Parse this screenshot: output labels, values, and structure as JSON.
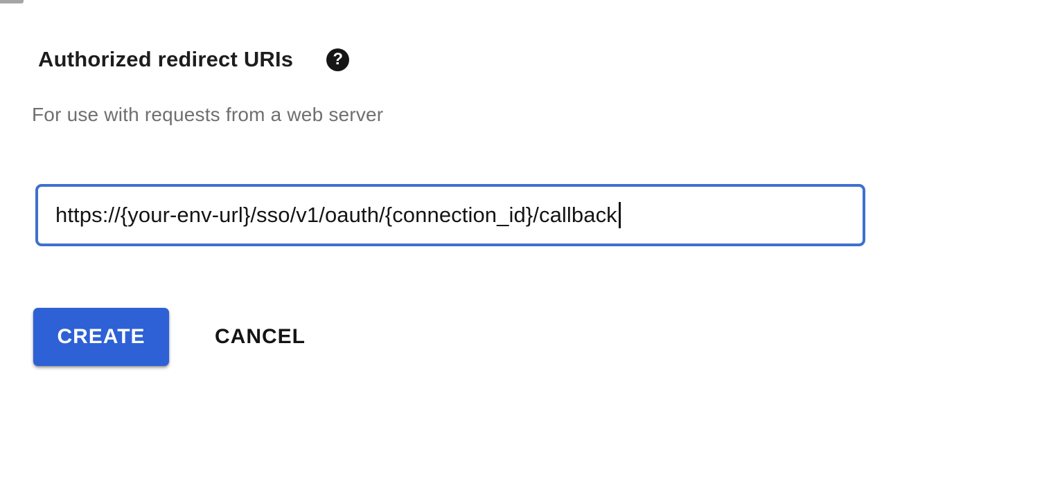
{
  "form": {
    "heading": "Authorized redirect URIs",
    "help_icon": {
      "name": "help-icon",
      "glyph": "?"
    },
    "subtitle": "For use with requests from a web server",
    "uri_input": {
      "value": "https://{your-env-url}/sso/v1/oauth/{connection_id}/callback",
      "placeholder": "",
      "focused": true,
      "border_color": "#3e70d1"
    },
    "actions": {
      "create_label": "CREATE",
      "cancel_label": "CANCEL",
      "create_bg_color": "#2e61d5",
      "create_text_color": "#ffffff",
      "cancel_text_color": "#141414"
    }
  }
}
